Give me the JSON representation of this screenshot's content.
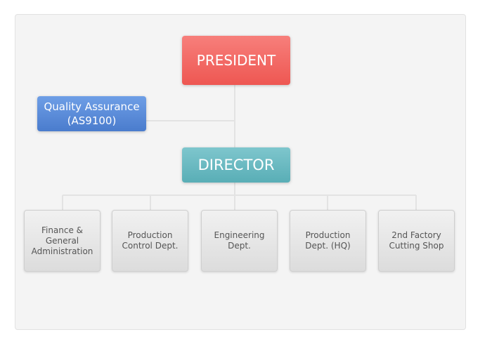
{
  "chart": {
    "president": {
      "label": "PRESIDENT"
    },
    "quality_assurance": {
      "lines": [
        "Quality Assurance",
        "(AS9100)"
      ]
    },
    "director": {
      "label": "DIRECTOR"
    },
    "departments": [
      {
        "lines": [
          "Finance &",
          "General",
          "Administration"
        ]
      },
      {
        "lines": [
          "Production",
          "Control Dept."
        ]
      },
      {
        "lines": [
          "Engineering",
          "Dept."
        ]
      },
      {
        "lines": [
          "Production",
          "Dept. (HQ)"
        ]
      },
      {
        "lines": [
          "2nd Factory",
          "Cutting Shop"
        ]
      }
    ]
  },
  "colors": {
    "president": "#ee5752",
    "quality_assurance": "#4a7ccd",
    "director": "#59aeb6",
    "department": "#dcdcdc",
    "connector": "#e3e3e3"
  }
}
